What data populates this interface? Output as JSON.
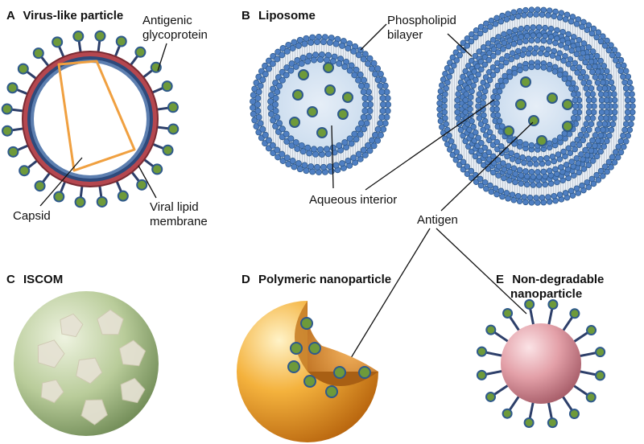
{
  "panels": {
    "a": {
      "letter": "A",
      "title": "Virus-like particle"
    },
    "b": {
      "letter": "B",
      "title": "Liposome"
    },
    "c": {
      "letter": "C",
      "title": "ISCOM"
    },
    "d": {
      "letter": "D",
      "title": "Polymeric nanoparticle"
    },
    "e": {
      "letter": "E",
      "title_line1": "Non-degradable",
      "title_line2": "nanoparticle"
    }
  },
  "labels": {
    "antigenic_glycoprotein_line1": "Antigenic",
    "antigenic_glycoprotein_line2": "glycoprotein",
    "capsid": "Capsid",
    "viral_lipid_membrane_line1": "Viral lipid",
    "viral_lipid_membrane_line2": "membrane",
    "phospholipid_bilayer_line1": "Phospholipid",
    "phospholipid_bilayer_line2": "bilayer",
    "aqueous_interior": "Aqueous interior",
    "antigen": "Antigen"
  },
  "colors": {
    "virus_envelope": "#b5474f",
    "virus_inner_ring": "#2d4a7c",
    "capsid_outline": "#f0a040",
    "spike_stem": "#2d3f6a",
    "antigen_fill": "#6e9a3a",
    "antigen_outline": "#2f5a8c",
    "lipid_head": "#4f7fc2",
    "liposome_interior": "#dbe7f3",
    "iscom_sphere": "#b9cc9a",
    "iscom_pentagon": "#e6e2d4",
    "polymer_sphere": "#f0a630",
    "nondegradable_sphere": "#e3a0a8"
  }
}
